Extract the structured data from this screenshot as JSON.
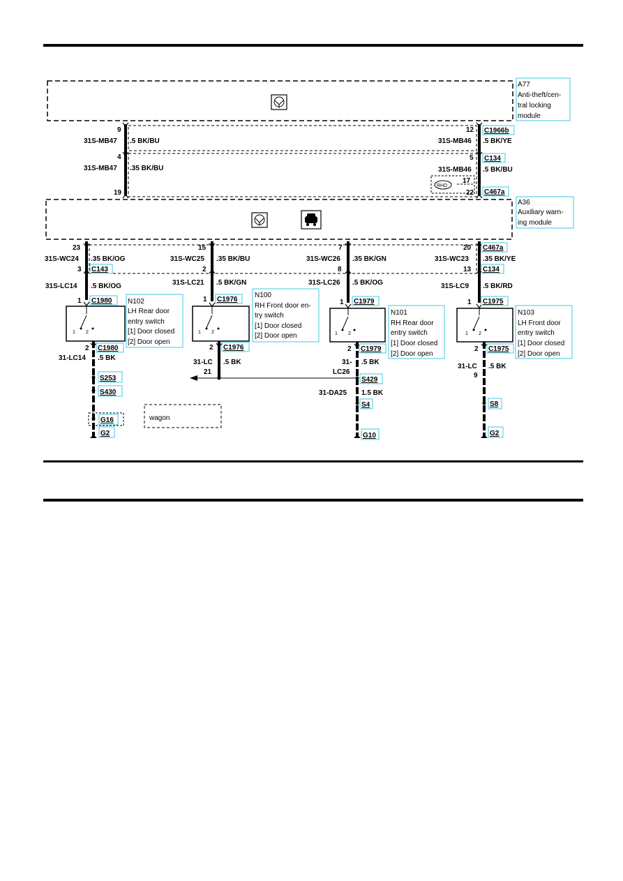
{
  "modules": {
    "a77": {
      "ref": "A77",
      "lines": [
        "Anti-theft/cen-",
        "tral locking",
        "module"
      ]
    },
    "a36": {
      "ref": "A36",
      "lines": [
        "Auxiliary warn-",
        "ing module"
      ]
    }
  },
  "module_links": {
    "link1_left": {
      "pin": "9",
      "circuit": "31S-MB47",
      "wire": ".5 BK/BU"
    },
    "link1_right": {
      "pin": "12",
      "connector": "C1966b",
      "circuit": "31S-MB46",
      "wire": ".5 BK/YE"
    },
    "link2_left": {
      "pin_top": "4",
      "pin_bottom": "19",
      "circuit": "31S-MB47",
      "wire": ".35 BK/BU"
    },
    "link2_right": {
      "pin_top": "5",
      "connector_top": "C134",
      "circuit": "31S-MB46",
      "wire": ".5 BK/BU",
      "option": "RHD",
      "alt_pin": "17",
      "pin_bottom": "22",
      "connector_bottom": "C467a"
    }
  },
  "switch_columns": [
    {
      "pin_a36": "23",
      "circuit_top": "31S-WC24",
      "wire_top": ".35 BK/OG",
      "pin_c2": "3",
      "connector_c2": "C143",
      "circuit_mid": "31S-LC14",
      "wire_mid": ".5 BK/OG",
      "pin_in": "1",
      "connector_in": "C1980",
      "switch": {
        "ref": "N102",
        "lines": [
          "LH Rear door",
          "entry switch",
          "[1] Door closed",
          "[2] Door open"
        ]
      },
      "pin_out": "2",
      "connector_out": "C1980",
      "circuit_out": "31-LC14",
      "wire_out": ".5 BK",
      "splices": [
        "S253",
        "S430"
      ],
      "grounds": [
        "G16",
        "G2"
      ]
    },
    {
      "pin_a36": "15",
      "circuit_top": "31S-WC25",
      "wire_top": ".35 BK/BU",
      "pin_c2": "2",
      "circuit_mid": "31S-LC21",
      "wire_mid": ".5 BK/GN",
      "pin_in": "1",
      "connector_in": "C1976",
      "switch": {
        "ref": "N100",
        "lines": [
          "RH Front door en-",
          "try switch",
          "[1] Door closed",
          "[2] Door open"
        ]
      },
      "pin_out": "2",
      "connector_out": "C1976",
      "circuit_out_a": "31-LC",
      "circuit_out_b": "21",
      "wire_out": ".5 BK"
    },
    {
      "pin_a36": "7",
      "circuit_top": "31S-WC26",
      "wire_top": ".35 BK/GN",
      "pin_c2": "8",
      "circuit_mid": "31S-LC26",
      "wire_mid": ".5 BK/OG",
      "pin_in": "1",
      "connector_in": "C1979",
      "switch": {
        "ref": "N101",
        "lines": [
          "RH Rear door",
          "entry switch",
          "[1] Door closed",
          "[2] Door open"
        ]
      },
      "pin_out": "2",
      "connector_out": "C1979",
      "circuit_out_a": "31-",
      "circuit_out_b": "LC26",
      "wire_out": ".5 BK",
      "splice": "S429",
      "circuit_after": "31-DA25",
      "wire_after": "1.5 BK",
      "splice2": "S4",
      "ground": "G10"
    },
    {
      "pin_a36": "20",
      "connector_a36": "C467a",
      "circuit_top": "31S-WC23",
      "wire_top": ".35 BK/YE",
      "pin_c2": "13",
      "connector_c2": "C134",
      "circuit_mid": "31S-LC9",
      "wire_mid": ".5 BK/RD",
      "pin_in": "1",
      "connector_in": "C1975",
      "switch": {
        "ref": "N103",
        "lines": [
          "LH Front door",
          "entry switch",
          "[1] Door closed",
          "[2] Door open"
        ]
      },
      "pin_out": "2",
      "connector_out": "C1975",
      "circuit_out_a": "31-LC",
      "circuit_out_b": "9",
      "wire_out": ".5 BK",
      "splice": "S8",
      "ground": "G2"
    }
  ],
  "option_box": {
    "label": "wagon"
  }
}
